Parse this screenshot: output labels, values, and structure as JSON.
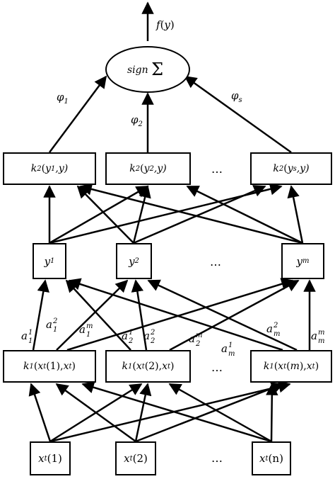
{
  "output": {
    "label": "f(y)",
    "fn": "f",
    "arg": "y"
  },
  "sum_node": {
    "word": "sign",
    "symbol": "Σ"
  },
  "weights": [
    {
      "sym": "φ",
      "sub": "1"
    },
    {
      "sym": "φ",
      "sub": "2"
    },
    {
      "sym": "φ",
      "sub": "s"
    }
  ],
  "kernel2_layer": [
    {
      "fn": "k",
      "fn_sub": "2",
      "arg": "y",
      "arg_sub": "1",
      "tail": ",y)"
    },
    {
      "fn": "k",
      "fn_sub": "2",
      "arg": "y",
      "arg_sub": "2",
      "tail": ",y)"
    },
    {
      "fn": "k",
      "fn_sub": "2",
      "arg": "y",
      "arg_sub": "s",
      "tail": ",y)"
    }
  ],
  "y_layer": [
    {
      "sym": "y",
      "sub": "1"
    },
    {
      "sym": "y",
      "sub": "2"
    },
    {
      "sym": "y",
      "sub": "m"
    }
  ],
  "coefficients": [
    {
      "sym": "a",
      "sup": "1",
      "sub": "1"
    },
    {
      "sym": "a",
      "sup": "2",
      "sub": "1"
    },
    {
      "sym": "a",
      "sup": "m",
      "sub": "1"
    },
    {
      "sym": "a",
      "sup": "1",
      "sub": "2"
    },
    {
      "sym": "a",
      "sup": "2",
      "sub": "2"
    },
    {
      "sym": "a",
      "sup": "m",
      "sub": "2"
    },
    {
      "sym": "a",
      "sup": "1",
      "sub": "m"
    },
    {
      "sym": "a",
      "sup": "2",
      "sub": "m"
    },
    {
      "sym": "a",
      "sup": "m",
      "sub": "m"
    }
  ],
  "kernel1_layer": [
    {
      "fn": "k",
      "fn_sub": "1",
      "idx": "1"
    },
    {
      "fn": "k",
      "fn_sub": "1",
      "idx": "2"
    },
    {
      "fn": "k",
      "fn_sub": "1",
      "idx": "m"
    }
  ],
  "input_layer": [
    {
      "sym": "x",
      "sub": "t",
      "idx": "1"
    },
    {
      "sym": "x",
      "sub": "t",
      "idx": "2"
    },
    {
      "sym": "x",
      "sub": "t",
      "idx": "n"
    }
  ],
  "ellipsis": "…"
}
